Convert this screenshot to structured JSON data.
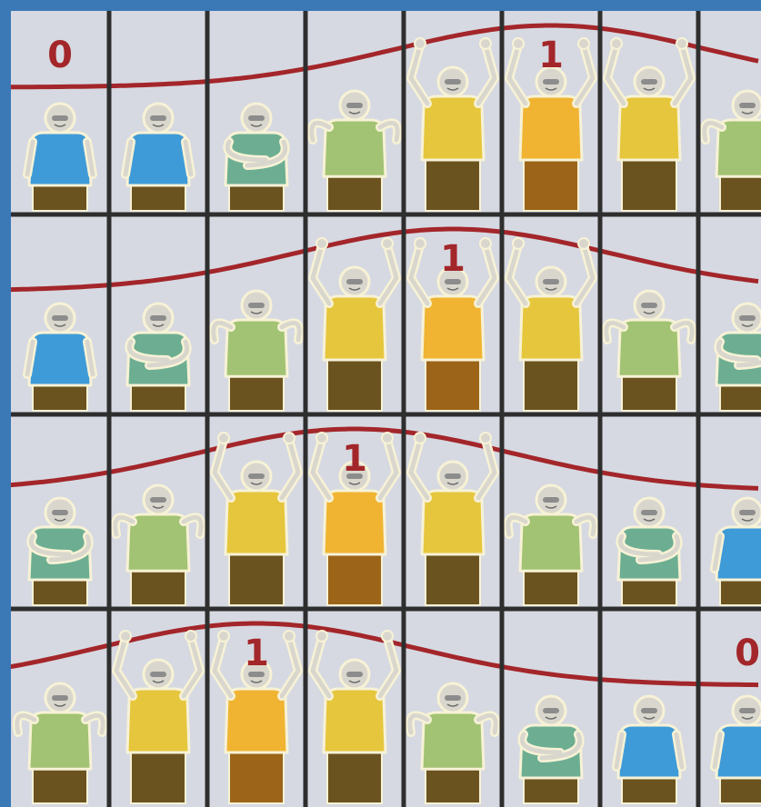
{
  "rows": [
    {
      "people": [
        {
          "color": "blue",
          "arms": "down"
        },
        {
          "color": "blue",
          "arms": "down"
        },
        {
          "color": "teal",
          "arms": "crossed"
        },
        {
          "color": "green",
          "arms": "shoulder"
        },
        {
          "color": "yellow",
          "arms": "up"
        },
        {
          "color": "gold",
          "arms": "up"
        },
        {
          "color": "yellow",
          "arms": "up"
        },
        {
          "color": "green",
          "arms": "shoulder"
        }
      ],
      "labels": [
        {
          "text": "0",
          "col": 0
        },
        {
          "text": "1",
          "col": 5
        }
      ],
      "crest_col": 5
    },
    {
      "people": [
        {
          "color": "blue",
          "arms": "down"
        },
        {
          "color": "teal",
          "arms": "crossed"
        },
        {
          "color": "green",
          "arms": "shoulder"
        },
        {
          "color": "yellow",
          "arms": "up"
        },
        {
          "color": "gold",
          "arms": "up"
        },
        {
          "color": "yellow",
          "arms": "up"
        },
        {
          "color": "green",
          "arms": "shoulder"
        },
        {
          "color": "teal",
          "arms": "crossed"
        }
      ],
      "labels": [
        {
          "text": "1",
          "col": 4
        }
      ],
      "crest_col": 4
    },
    {
      "people": [
        {
          "color": "teal",
          "arms": "crossed"
        },
        {
          "color": "green",
          "arms": "shoulder"
        },
        {
          "color": "yellow",
          "arms": "up"
        },
        {
          "color": "gold",
          "arms": "up"
        },
        {
          "color": "yellow",
          "arms": "up"
        },
        {
          "color": "green",
          "arms": "shoulder"
        },
        {
          "color": "teal",
          "arms": "crossed"
        },
        {
          "color": "blue",
          "arms": "down"
        }
      ],
      "labels": [
        {
          "text": "1",
          "col": 3
        }
      ],
      "crest_col": 3
    },
    {
      "people": [
        {
          "color": "green",
          "arms": "shoulder"
        },
        {
          "color": "yellow",
          "arms": "up"
        },
        {
          "color": "gold",
          "arms": "up"
        },
        {
          "color": "yellow",
          "arms": "up"
        },
        {
          "color": "green",
          "arms": "shoulder"
        },
        {
          "color": "teal",
          "arms": "crossed"
        },
        {
          "color": "blue",
          "arms": "down"
        },
        {
          "color": "blue",
          "arms": "down"
        }
      ],
      "labels": [
        {
          "text": "1",
          "col": 2
        },
        {
          "text": "0",
          "col": 7
        }
      ],
      "crest_col": 2
    }
  ],
  "colors": {
    "background": "#d6d9e1",
    "grid": "#2e2e2e",
    "frame": "#3a78b6",
    "wave": "#a3262a",
    "outline": "#f7f2d6",
    "skin": "#d9d7cd",
    "shirt_blue": "#3f9bd8",
    "shirt_teal": "#6dae92",
    "shirt_green": "#a2c373",
    "shirt_yellow": "#e6c63c",
    "shirt_gold": "#f0b432",
    "pants_dark": "#6b5320",
    "pants_gold": "#9c6418"
  }
}
